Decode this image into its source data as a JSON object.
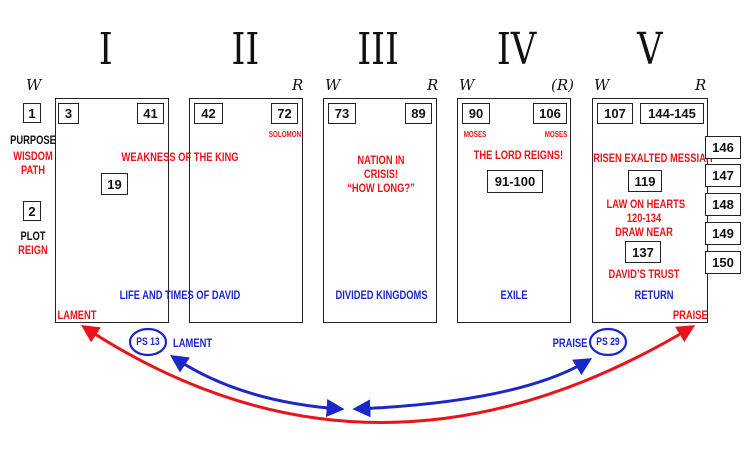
{
  "books": [
    {
      "roman": "I"
    },
    {
      "roman": "II"
    },
    {
      "roman": "III"
    },
    {
      "roman": "IV"
    },
    {
      "roman": "V"
    }
  ],
  "wr_labels": {
    "w": "W",
    "r": "R",
    "r_paren": "(R)"
  },
  "intro": {
    "ps1": "1",
    "purpose": "PURPOSE",
    "wisdom_path": [
      "WISDOM",
      "PATH"
    ],
    "ps2": "2",
    "plot": "PLOT",
    "reign": "REIGN"
  },
  "panel1": {
    "first": "3",
    "last": "41",
    "inner": "19",
    "lament": "LAMENT"
  },
  "panel2": {
    "first": "42",
    "last": "72",
    "solomon": "SOLOMON"
  },
  "weakness": "WEAKNESS OF THE KING",
  "life_david": "LIFE AND TIMES OF DAVID",
  "panel3": {
    "first": "73",
    "last": "89",
    "theme": [
      "NATION IN",
      "CRISIS!",
      "“HOW LONG?”"
    ],
    "bottom": "DIVIDED KINGDOMS"
  },
  "panel4": {
    "first": "90",
    "last": "106",
    "moses_left": "MOSES",
    "moses_right": "MOSES",
    "theme": "THE LORD REIGNS!",
    "inner": "91-100",
    "bottom": "EXILE"
  },
  "panel5": {
    "first": "107",
    "last": "144-145",
    "risen": "RISEN EXALTED MESSIAH",
    "ps119": "119",
    "law": [
      "LAW ON HEARTS",
      "120-134",
      "DRAW NEAR"
    ],
    "ps137": "137",
    "trust": "DAVID’S TRUST",
    "bottom": "RETURN",
    "praise": "PRAISE"
  },
  "finale": [
    "146",
    "147",
    "148",
    "149",
    "150"
  ],
  "ps13": {
    "label": "PS 13",
    "caption": "LAMENT"
  },
  "ps29": {
    "label": "PS 29",
    "caption": "PRAISE"
  },
  "colors": {
    "red": "#e8141b",
    "blue": "#1b27c9",
    "black": "#111111"
  }
}
